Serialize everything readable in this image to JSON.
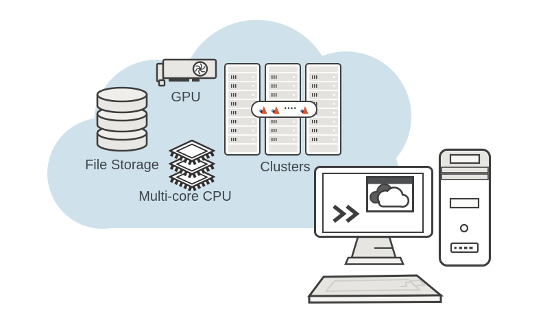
{
  "cloud": {
    "labels": {
      "file_storage": "File Storage",
      "gpu": "GPU",
      "multicore_cpu": "Multi-core CPU",
      "clusters": "Clusters"
    },
    "matlab_pill": {
      "ellipsis": "••••"
    }
  },
  "workstation": {
    "prompt_symbol": ">>"
  },
  "icons": [
    "cloud-shape",
    "database-icon",
    "gpu-card-icon",
    "cpu-chip-stack-icon",
    "server-rack-icon",
    "matlab-logo-icon",
    "ellipsis-dots",
    "desktop-monitor-icon",
    "command-prompt-icon",
    "browser-window-cloud-icon",
    "monitor-stand",
    "keyboard-icon",
    "tower-pc-icon"
  ],
  "colors": {
    "cloud_fill": "#cfe2ec",
    "outline_dark": "#3d3d3d",
    "icon_gray": "#e7e5e2",
    "matlab_orange": "#dd5629",
    "matlab_navy": "#20355c",
    "matlab_slate": "#8ea6c4",
    "window_titlebar": "#4d4e50",
    "label_text": "#3e454a"
  }
}
